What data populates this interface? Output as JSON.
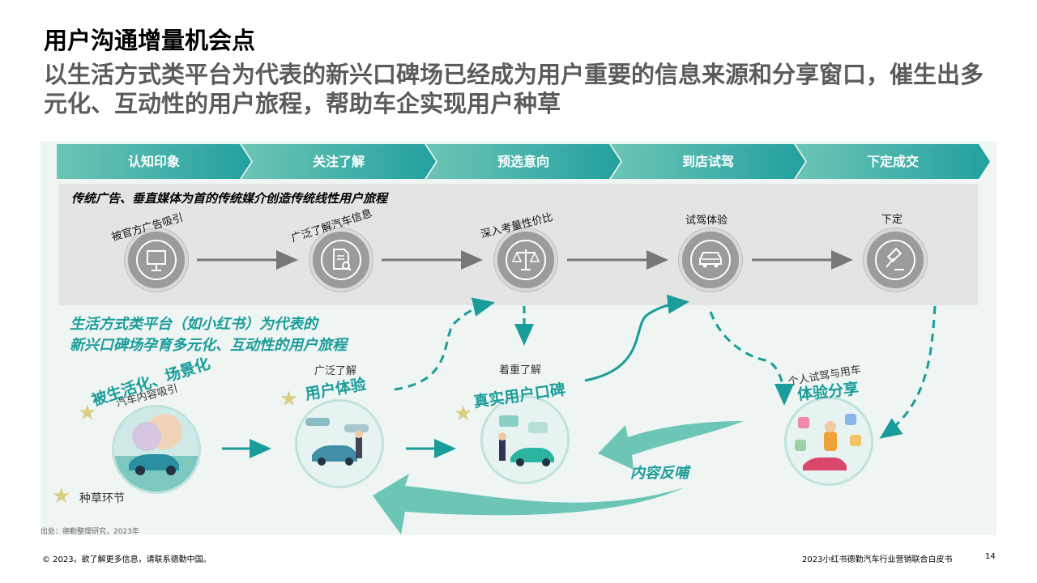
{
  "header": {
    "title": "用户沟通增量机会点",
    "subtitle": "以生活方式类平台为代表的新兴口碑场已经成为用户重要的信息来源和分享窗口，催生出多元化、互动性的用户旅程，帮助车企实现用户种草"
  },
  "stages": [
    {
      "label": "认知印象"
    },
    {
      "label": "关注了解"
    },
    {
      "label": "预选意向"
    },
    {
      "label": "到店试驾"
    },
    {
      "label": "下定成交"
    }
  ],
  "traditional": {
    "title": "传统广告、垂直媒体为首的传统媒介创造传统线性用户旅程",
    "steps": [
      {
        "label": "被官方广告吸引",
        "icon": "presentation-board-icon"
      },
      {
        "label": "广泛了解汽车信息",
        "icon": "document-search-icon"
      },
      {
        "label": "深入考量性价比",
        "icon": "balance-scale-icon"
      },
      {
        "label": "试驾体验",
        "icon": "car-icon"
      },
      {
        "label": "下定",
        "icon": "gavel-icon"
      }
    ]
  },
  "lifestyle": {
    "title_line1": "生活方式类平台（如小红书）为代表的",
    "title_line2": "新兴口碑场孕育多元化、互动性的用户旅程",
    "steps": [
      {
        "small": "汽车内容吸引",
        "big": "被生活化、场景化"
      },
      {
        "small": "广泛了解",
        "big": "用户体验"
      },
      {
        "small": "着重了解",
        "big": "真实用户口碑"
      },
      {
        "small": "个人试驾与用车",
        "big": "体验分享"
      }
    ],
    "feedback_label": "内容反哺",
    "legend_label": "种草环节"
  },
  "colors": {
    "teal": "#1a9c9a",
    "teal_light": "#5cc2b4",
    "grey_node": "#9b9b9b",
    "star": "#d8cf84"
  },
  "footer": {
    "source": "出处：德勤整理研究，2023年",
    "copyright": "© 2023。欲了解更多信息，请联系德勤中国。",
    "report": "2023小红书德勤汽车行业营销联合白皮书",
    "page": "14"
  }
}
